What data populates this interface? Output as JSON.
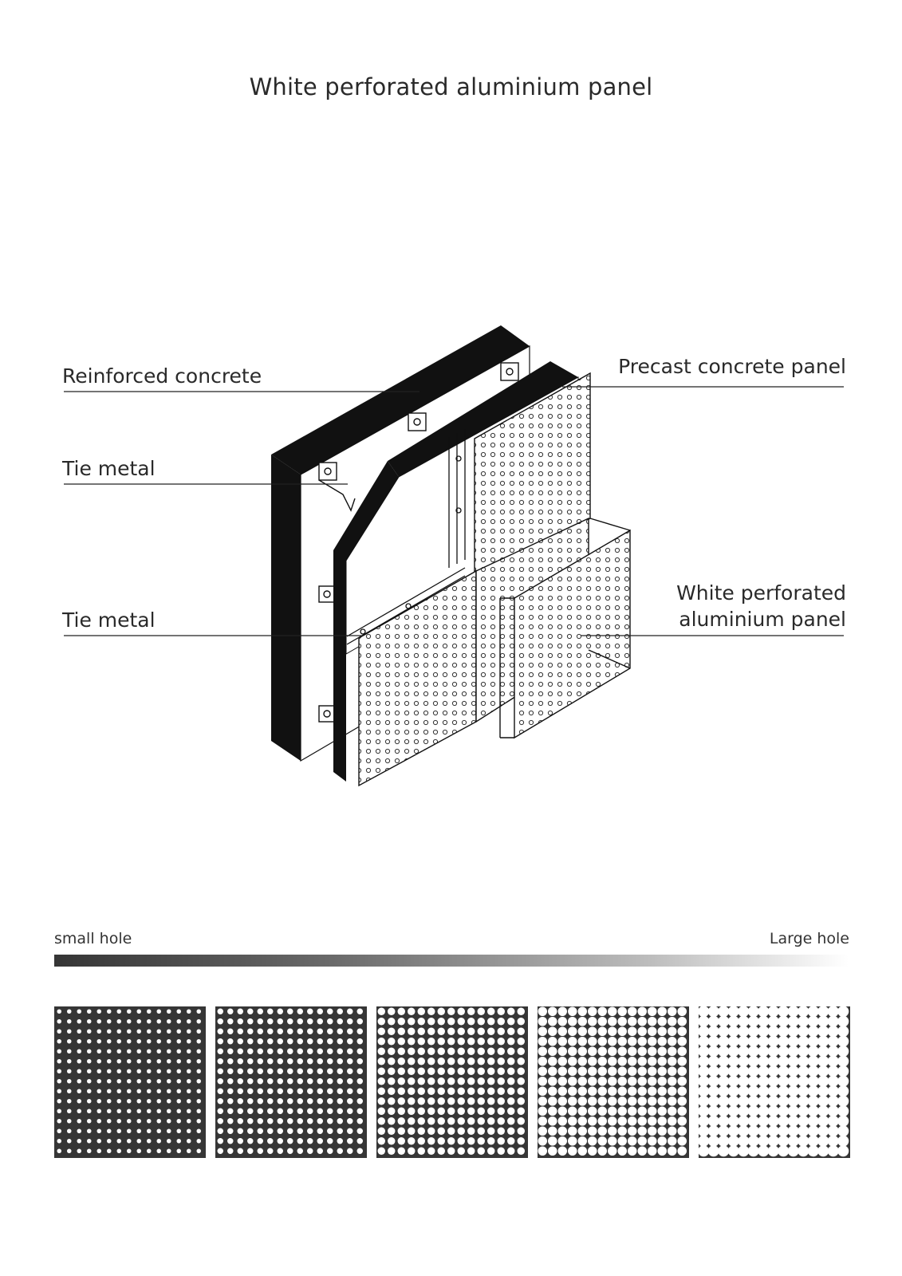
{
  "title": "White perforated aluminium panel",
  "callouts": {
    "reinforced_concrete": "Reinforced concrete",
    "tie_metal_upper": "Tie metal",
    "tie_metal_lower": "Tie metal",
    "precast_concrete_panel": "Precast concrete panel",
    "white_perforated_line1": "White perforated",
    "white_perforated_line2": "aluminium panel"
  },
  "scale": {
    "left_label": "small hole",
    "right_label": "Large hole",
    "gradient_from": "#353535",
    "gradient_to": "#ffffff"
  },
  "swatches": [
    {
      "hole_ratio": 0.22
    },
    {
      "hole_ratio": 0.3
    },
    {
      "hole_ratio": 0.38
    },
    {
      "hole_ratio": 0.46
    },
    {
      "hole_ratio": 0.56
    }
  ],
  "colors": {
    "ink": "#1a1a1a",
    "panel_dark": "#363636",
    "background": "#ffffff"
  }
}
